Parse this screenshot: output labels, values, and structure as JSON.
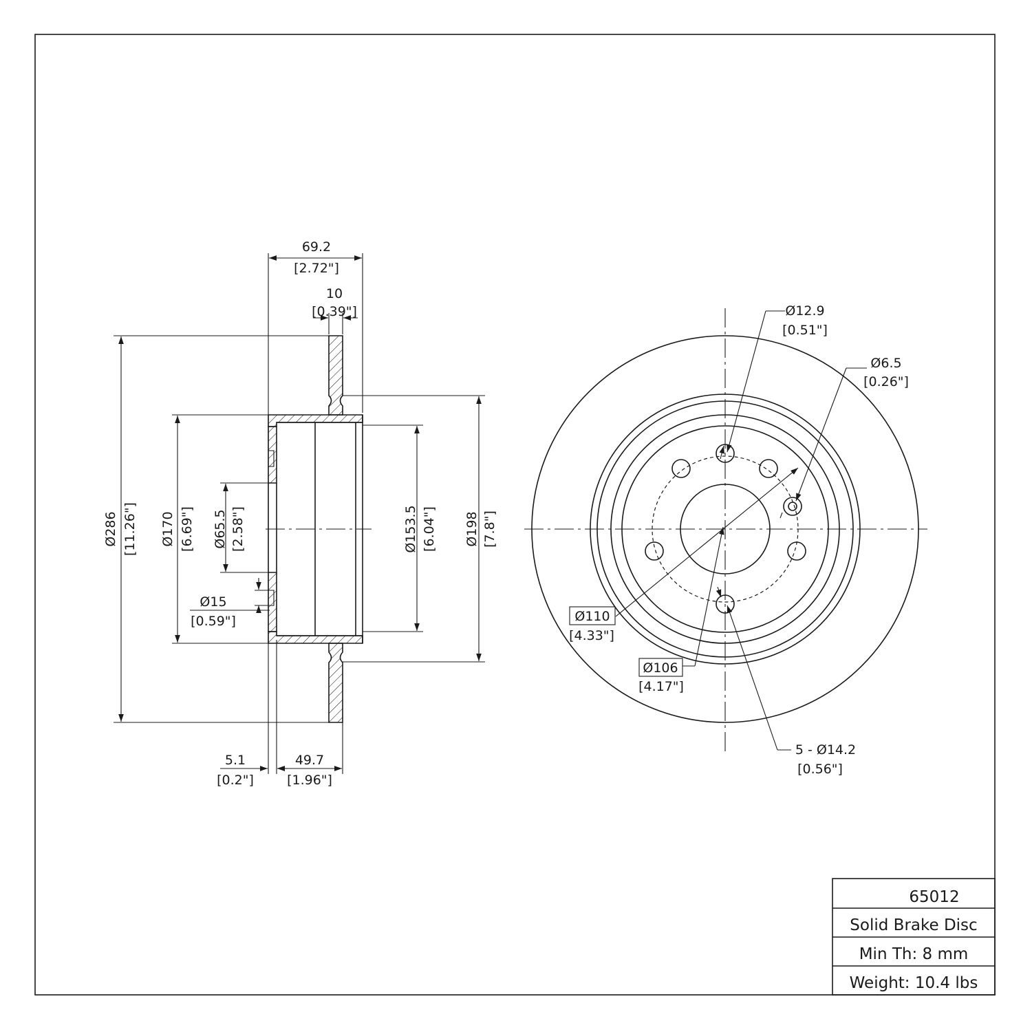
{
  "front_view": {
    "overall_width": {
      "mm": "69.2",
      "in": "[2.72\"]"
    },
    "disc_thickness": {
      "mm": "10",
      "in": "[0.39\"]"
    },
    "outer_diameter": {
      "mm": "Ø286",
      "in": "[11.26\"]"
    },
    "hat_diameter": {
      "mm": "Ø170",
      "in": "[6.69\"]"
    },
    "center_bore": {
      "mm": "Ø65.5",
      "in": "[2.58\"]"
    },
    "pilot_hole": {
      "mm": "Ø15",
      "in": "[0.59\"]"
    },
    "inner_hat_diameter": {
      "mm": "Ø153.5",
      "in": "[6.04\"]"
    },
    "friction_inner_diameter": {
      "mm": "Ø198",
      "in": "[7.8\"]"
    },
    "hat_wall": {
      "mm": "5.1",
      "in": "[0.2\"]"
    },
    "hat_depth": {
      "mm": "49.7",
      "in": "[1.96\"]"
    }
  },
  "side_view": {
    "stud_hole_small": {
      "mm": "Ø12.9",
      "in": "[0.51\"]"
    },
    "locator_hole": {
      "mm": "Ø6.5",
      "in": "[0.26\"]"
    },
    "bolt_circle_a": {
      "mm": "Ø110",
      "in": "[4.33\"]"
    },
    "bolt_circle_b": {
      "mm": "Ø106",
      "in": "[4.17\"]"
    },
    "lug_holes": {
      "mm": "5 - Ø14.2",
      "in": "[0.56\"]"
    }
  },
  "title_block": {
    "part_number": "65012",
    "description": "Solid Brake Disc",
    "min_thickness": "Min Th: 8 mm",
    "weight": "Weight: 10.4 lbs"
  }
}
